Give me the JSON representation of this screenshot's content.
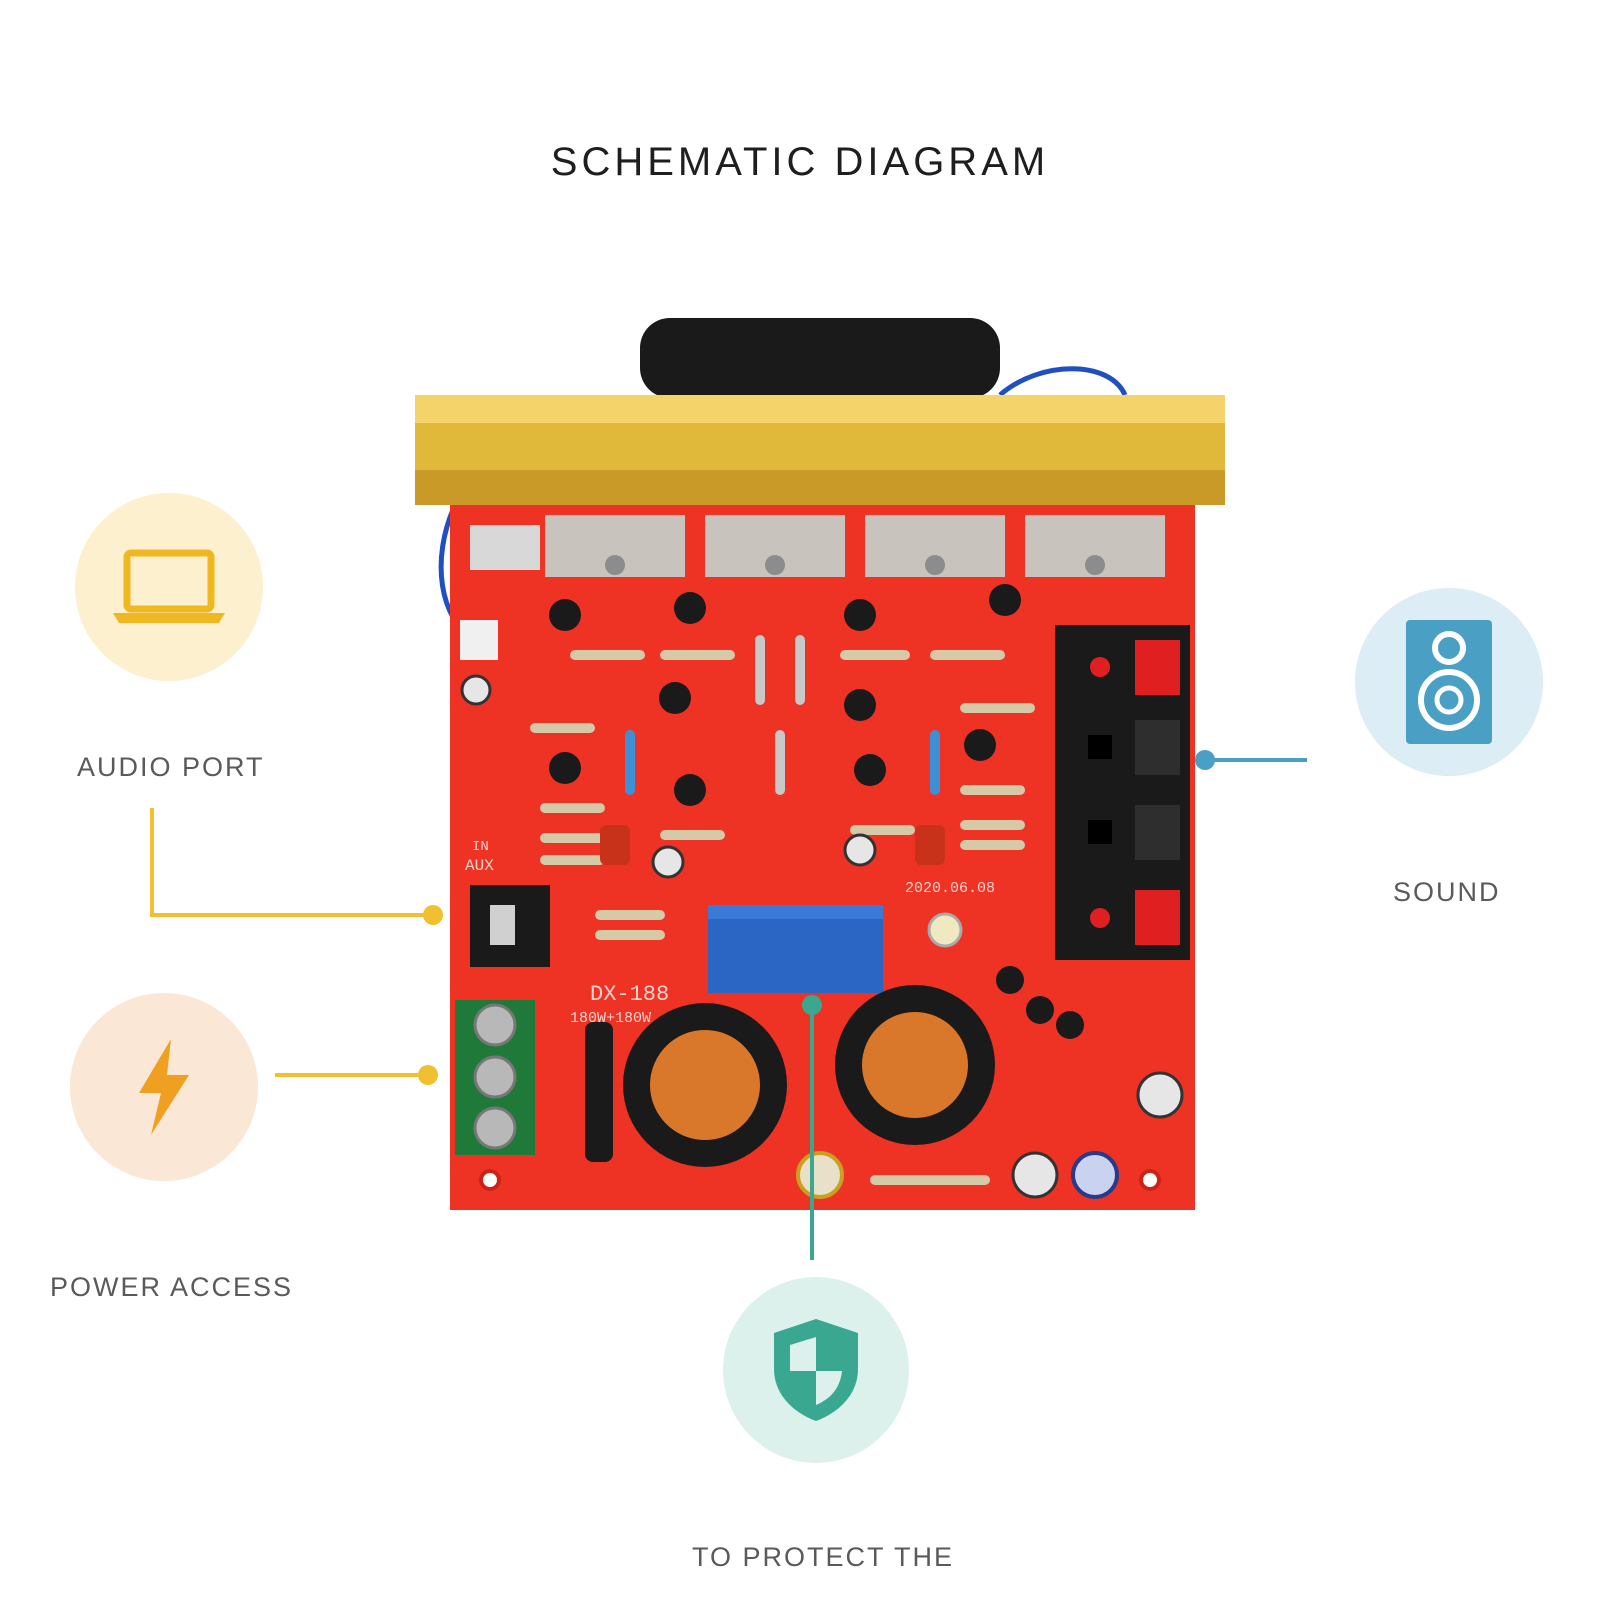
{
  "title": "SCHEMATIC DIAGRAM",
  "callouts": {
    "audio_port": {
      "label": "AUDIO PORT",
      "color": "#f0c030",
      "icon": "laptop-icon",
      "bg": "#fdf0cf"
    },
    "power_access": {
      "label": "POWER ACCESS",
      "color": "#f0c030",
      "icon": "lightning-icon",
      "bg": "#fbe7d6"
    },
    "sound": {
      "label": "SOUND",
      "color": "#4a9fc4",
      "icon": "speaker-icon",
      "bg": "#dcedf5"
    },
    "protect": {
      "label": "TO PROTECT THE",
      "color": "#3aa891",
      "icon": "shield-icon",
      "bg": "#dcf1ec"
    }
  },
  "board": {
    "model": "DX-188",
    "rating": "180W+180W",
    "date": "2020.06.08",
    "input_label_1": "IN",
    "input_label_2": "AUX",
    "board_color": "#ee3224"
  }
}
